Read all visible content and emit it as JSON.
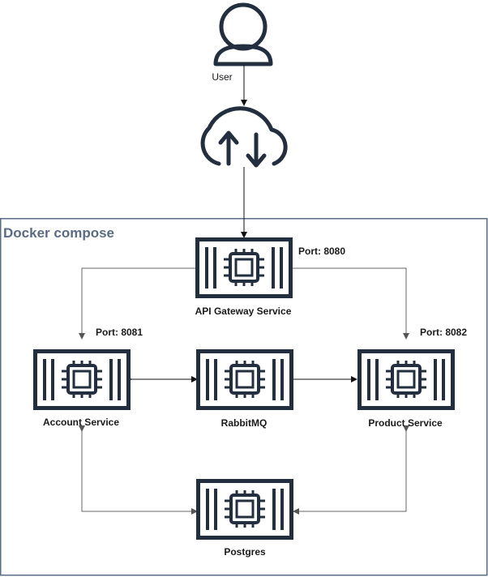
{
  "group": {
    "title": "Docker compose",
    "border_color": "#5a6b85"
  },
  "user": {
    "label": "User",
    "icon": "user-icon"
  },
  "cloud": {
    "icon": "cloud-upload-download-icon"
  },
  "nodes": {
    "gateway": {
      "label": "API Gateway Service",
      "port": "Port: 8080",
      "icon": "container-chip-icon"
    },
    "account": {
      "label": "Account Service",
      "port": "Port: 8081",
      "icon": "container-chip-icon"
    },
    "rabbitmq": {
      "label": "RabbitMQ",
      "icon": "container-chip-icon"
    },
    "product": {
      "label": "Product Service",
      "port": "Port: 8082",
      "icon": "container-chip-icon"
    },
    "postgres": {
      "label": "Postgres",
      "icon": "container-chip-icon"
    }
  },
  "edges": [
    {
      "from": "User",
      "to": "Cloud"
    },
    {
      "from": "Cloud",
      "to": "API Gateway Service"
    },
    {
      "from": "API Gateway Service",
      "to": "Account Service"
    },
    {
      "from": "API Gateway Service",
      "to": "Product Service"
    },
    {
      "from": "Account Service",
      "to": "RabbitMQ",
      "bidirectional": true
    },
    {
      "from": "RabbitMQ",
      "to": "Product Service",
      "bidirectional": true
    },
    {
      "from": "Account Service",
      "to": "Postgres",
      "bidirectional": true
    },
    {
      "from": "Product Service",
      "to": "Postgres",
      "bidirectional": true
    }
  ],
  "colors": {
    "stroke": "#232f3e",
    "line": "#666666",
    "text": "#1a1a1a"
  }
}
